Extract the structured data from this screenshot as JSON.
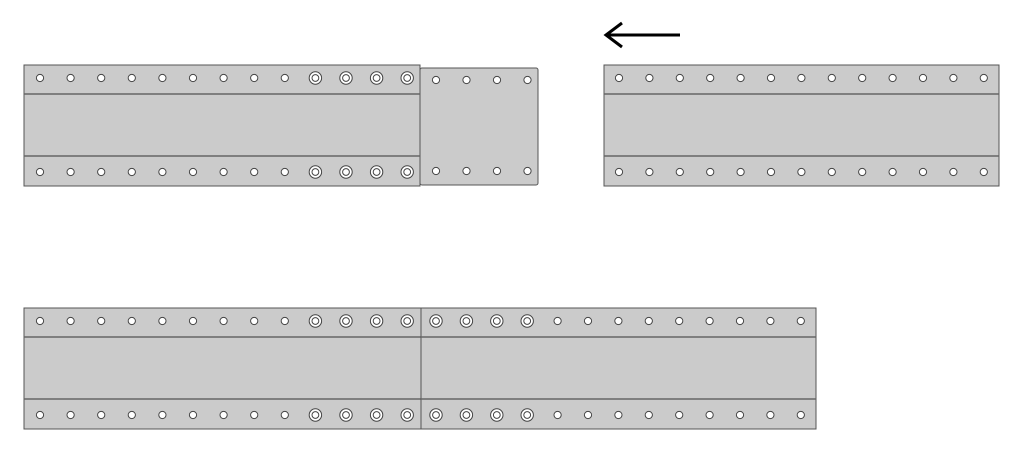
{
  "title": "",
  "colors": {
    "rail_fill": "#cbcbcb",
    "rail_stroke": "#555555",
    "hole_fill": "#ffffff",
    "hole_stroke": "#444444",
    "arrow": "#000000",
    "background": "#ffffff"
  },
  "arrow": {
    "direction": "left",
    "icon": "left-arrow-icon"
  },
  "stage_1": {
    "left_assembly": {
      "outer_rail_holes_per_row": 13,
      "countersunk_holes_per_row": 4,
      "inner_extension_holes_per_row": 4
    },
    "right_rail": {
      "holes_per_row": 13
    }
  },
  "stage_2": {
    "left_rail": {
      "holes_per_row": 13,
      "countersunk_holes_per_row": 4
    },
    "right_rail": {
      "holes_per_row": 13,
      "countersunk_holes_per_row": 4
    }
  }
}
